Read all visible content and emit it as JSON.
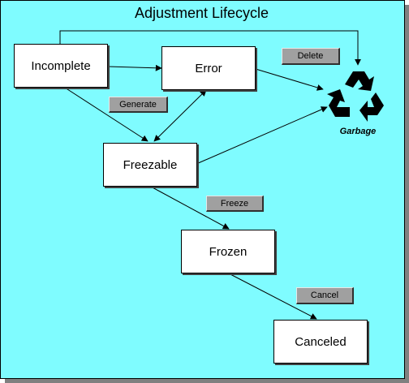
{
  "title": "Adjustment Lifecycle",
  "states": {
    "incomplete": "Incomplete",
    "error": "Error",
    "freezable": "Freezable",
    "frozen": "Frozen",
    "canceled": "Canceled"
  },
  "actions": {
    "delete": "Delete",
    "generate": "Generate",
    "freeze": "Freeze",
    "cancel": "Cancel"
  },
  "garbage": {
    "label": "Garbage",
    "icon": "recycle-icon"
  },
  "colors": {
    "background": "#7ffcff",
    "state_fill": "#ffffff",
    "action_fill": "#a0a0a0",
    "line": "#000000"
  }
}
